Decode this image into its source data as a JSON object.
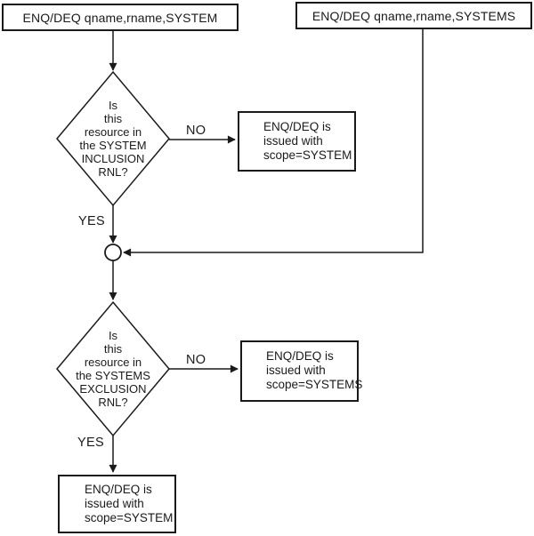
{
  "diagram": {
    "nodes": {
      "entry_system": "ENQ/DEQ qname,rname,SYSTEM",
      "entry_systems": "ENQ/DEQ qname,rname,SYSTEMS",
      "decision_inclusion": "Is\nthis\nresource in\nthe SYSTEM\nINCLUSION\nRNL?",
      "result_inclusion_no": "ENQ/DEQ is\nissued with\nscope=SYSTEM",
      "decision_exclusion": "Is\nthis\nresource in\nthe SYSTEMS\nEXCLUSION\nRNL?",
      "result_exclusion_no": "ENQ/DEQ is\nissued with\nscope=SYSTEMS",
      "result_exclusion_yes": "ENQ/DEQ is\nissued with\nscope=SYSTEM"
    },
    "edge_labels": {
      "inclusion_no": "NO",
      "inclusion_yes": "YES",
      "exclusion_no": "NO",
      "exclusion_yes": "YES"
    },
    "colors": {
      "line": "#1a1a1a",
      "background": "#ffffff",
      "node_fill": "#ffffff"
    }
  }
}
